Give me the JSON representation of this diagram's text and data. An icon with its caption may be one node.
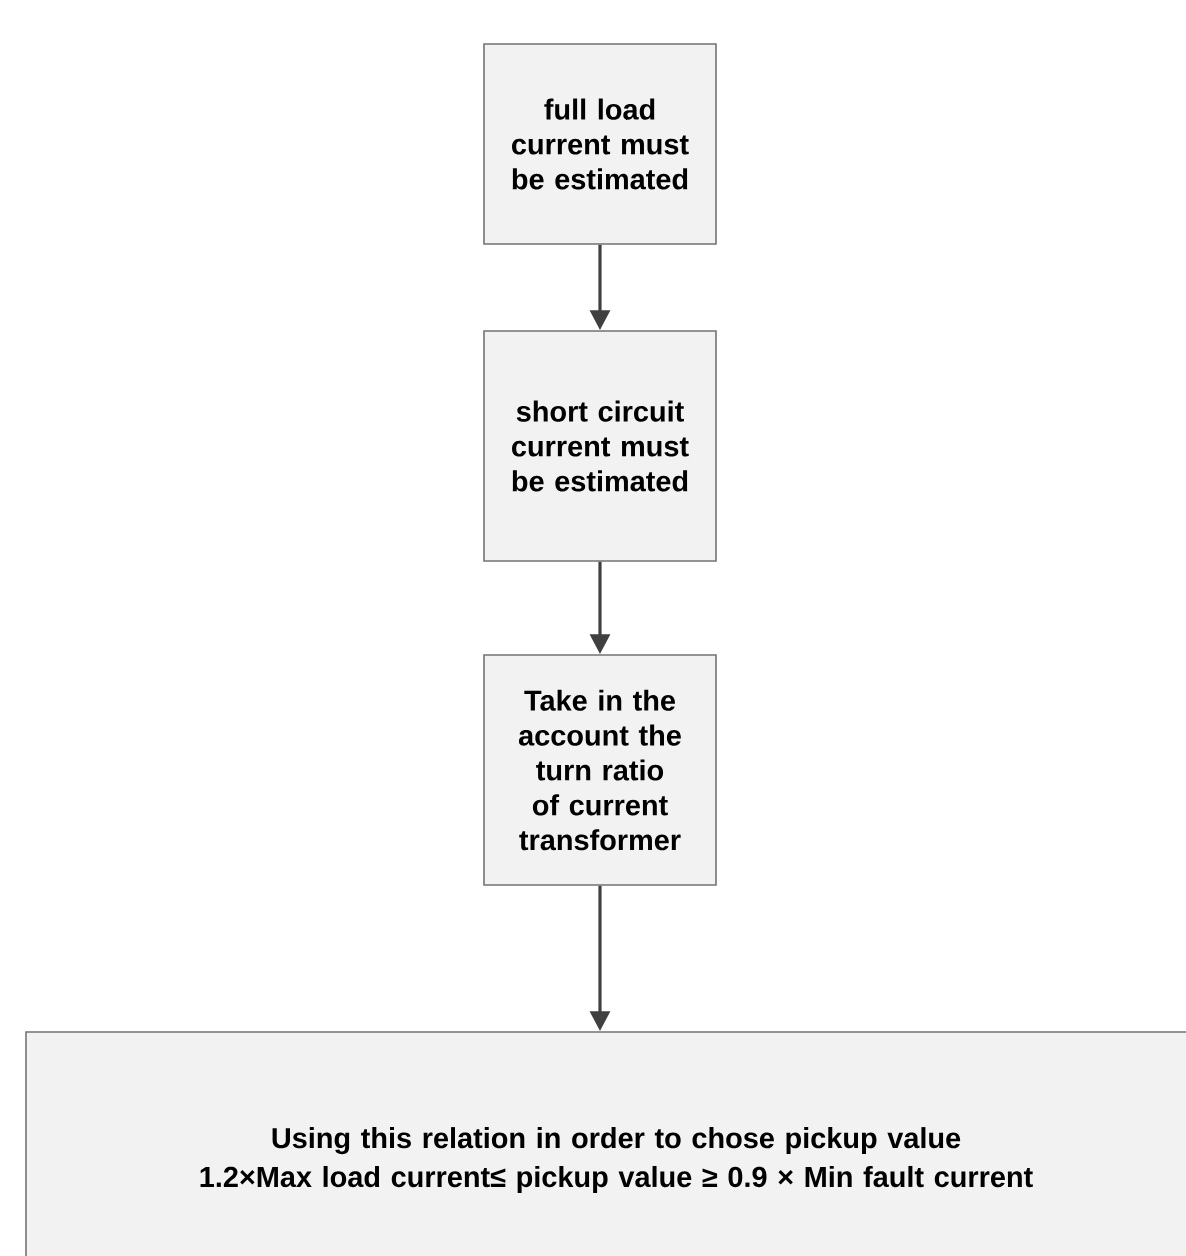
{
  "diagram": {
    "nodes": [
      {
        "text": [
          "full load current must be estimated"
        ]
      },
      {
        "text": [
          "short circuit current must be estimated"
        ]
      },
      {
        "text": [
          "Take in the account the turn ratio of current transformer"
        ]
      },
      {
        "text": [
          "Using this relation in order to chose pickup value",
          "1.2×Max load current≤ pickup value ≥ 0.9 × Min fault current"
        ]
      }
    ],
    "edges": [
      {
        "from": 0,
        "to": 1,
        "arrow": "to"
      },
      {
        "from": 1,
        "to": 2,
        "arrow": "to"
      },
      {
        "from": 2,
        "to": 3,
        "arrow": "to"
      }
    ]
  }
}
